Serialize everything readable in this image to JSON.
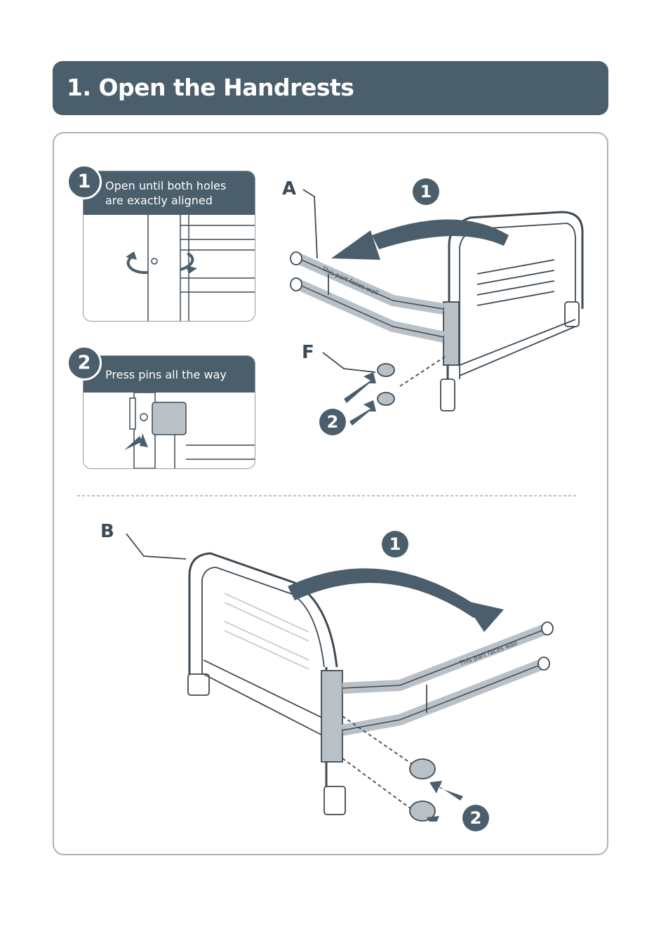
{
  "header": {
    "title": "1. Open the Handrests"
  },
  "steps": [
    {
      "number": "1",
      "text_line1": "Open until both holes",
      "text_line2": "are exactly aligned"
    },
    {
      "number": "2",
      "text": "Press pins all the way"
    }
  ],
  "callouts": {
    "a": "A",
    "f": "F",
    "b": "B"
  },
  "rail_label": "This part faces wall",
  "diagram_steps": {
    "top_1": "1",
    "top_2": "2",
    "bottom_1": "1",
    "bottom_2": "2"
  },
  "colors": {
    "accent": "#4b5e6b",
    "line": "#3e4a53",
    "tube": "#b9c0c6"
  }
}
